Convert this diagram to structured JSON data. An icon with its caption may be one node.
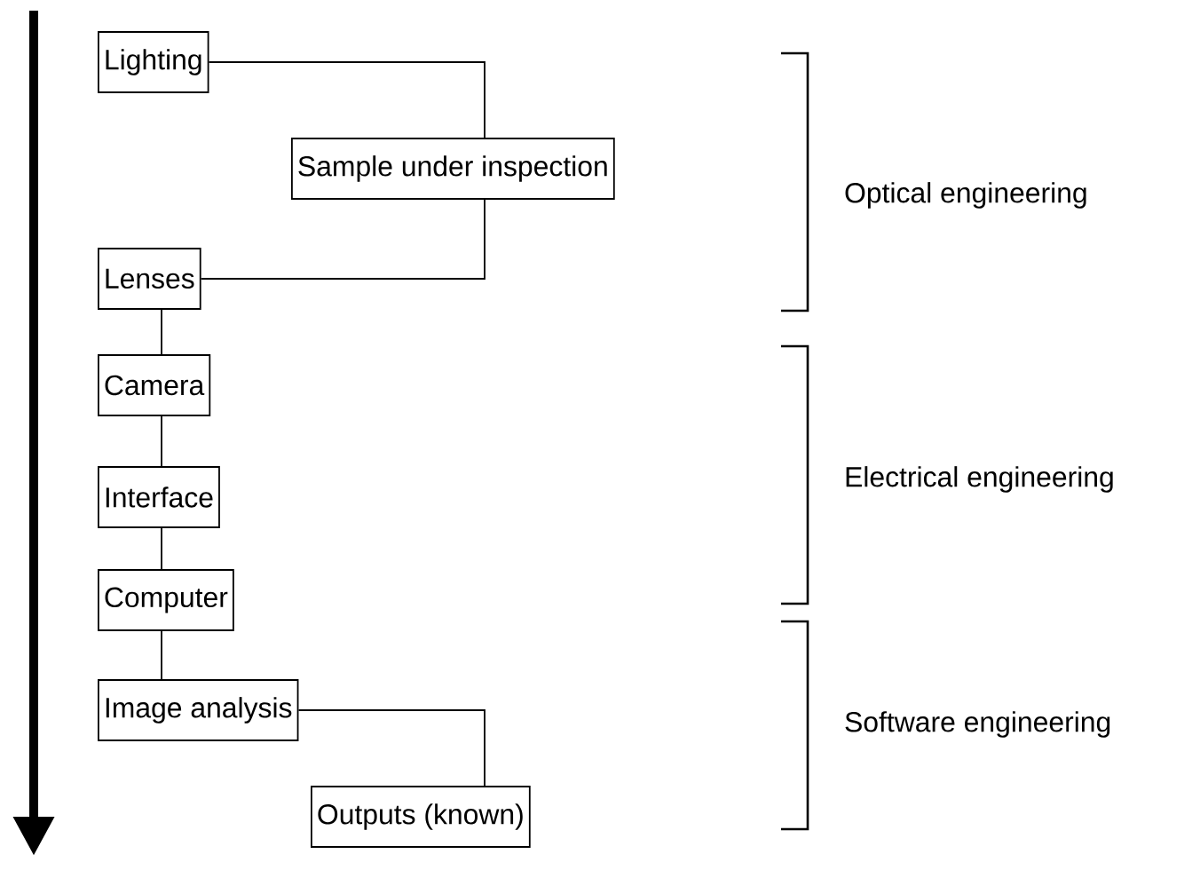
{
  "diagram": {
    "nodes": [
      {
        "text": [
          "Lighting"
        ]
      },
      {
        "text": [
          "Sample under inspection"
        ]
      },
      {
        "text": [
          "Lenses"
        ]
      },
      {
        "text": [
          "Camera"
        ]
      },
      {
        "text": [
          "Interface"
        ]
      },
      {
        "text": [
          "Computer"
        ]
      },
      {
        "text": [
          "Image analysis"
        ]
      },
      {
        "text": [
          "Outputs (known)"
        ]
      }
    ],
    "edges": [
      {
        "from": 0,
        "to": 1,
        "arrow": "none"
      },
      {
        "from": 1,
        "to": 2,
        "arrow": "none"
      },
      {
        "from": 2,
        "to": 3,
        "arrow": "none"
      },
      {
        "from": 3,
        "to": 4,
        "arrow": "none"
      },
      {
        "from": 4,
        "to": 5,
        "arrow": "none"
      },
      {
        "from": 5,
        "to": 6,
        "arrow": "none"
      },
      {
        "from": 6,
        "to": 7,
        "arrow": "none"
      }
    ],
    "labels": [
      "Optical engineering",
      "Electrical engineering",
      "Software engineering"
    ]
  }
}
